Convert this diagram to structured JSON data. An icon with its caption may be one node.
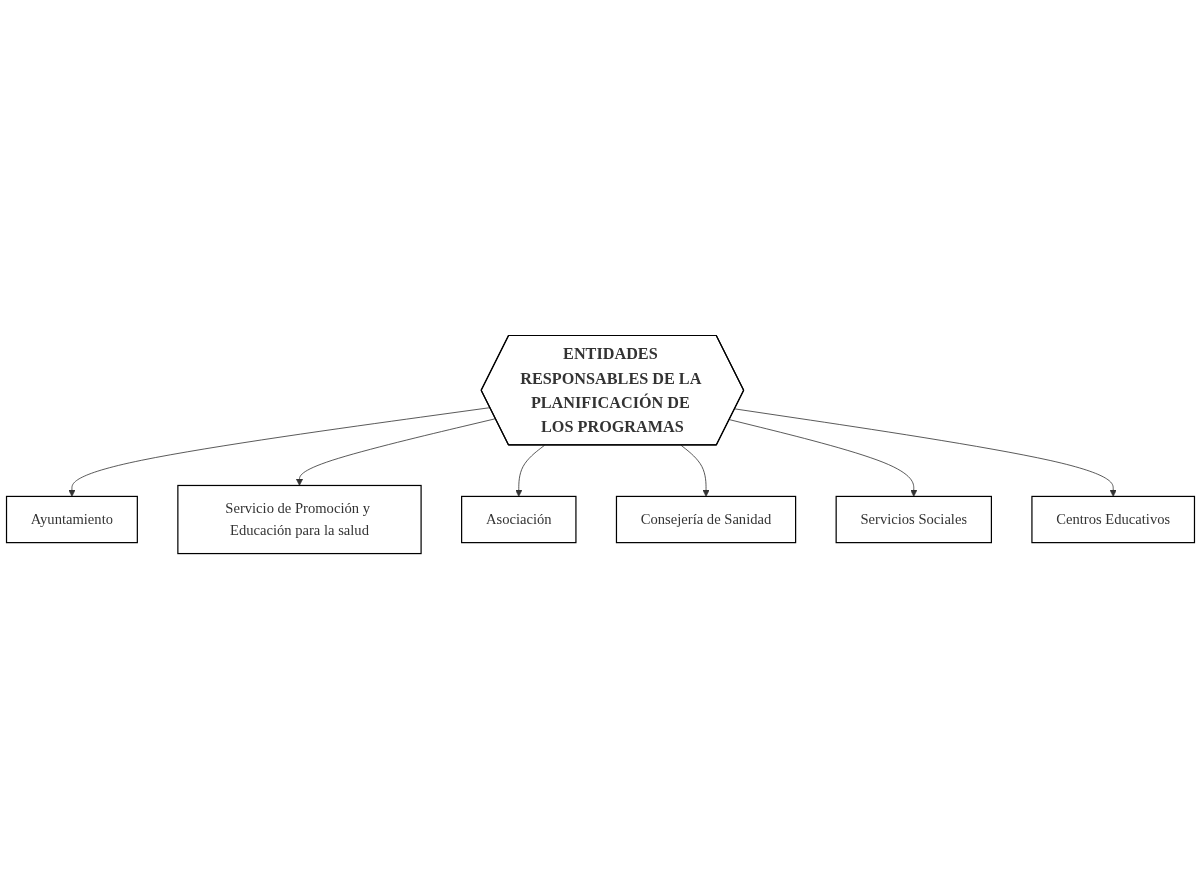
{
  "diagram": {
    "nodes": [
      {
        "text": [
          "ENTIDADES RESPONSABLES DE LA PLANIFICACIÓN DE LOS PROGRAMAS"
        ]
      },
      {
        "text": [
          "Ayuntamiento"
        ]
      },
      {
        "text": [
          "Servicio de Promoción y Educación para la salud"
        ]
      },
      {
        "text": [
          "Asociación"
        ]
      },
      {
        "text": [
          "Consejería de Sanidad"
        ]
      },
      {
        "text": [
          "Servicios Sociales"
        ]
      },
      {
        "text": [
          "Centros Educativos"
        ]
      }
    ],
    "edges": [
      {
        "from": 0,
        "to": 1,
        "arrow": "to"
      },
      {
        "from": 0,
        "to": 2,
        "arrow": "to"
      },
      {
        "from": 0,
        "to": 3,
        "arrow": "to"
      },
      {
        "from": 0,
        "to": 4,
        "arrow": "to"
      },
      {
        "from": 0,
        "to": 5,
        "arrow": "to"
      },
      {
        "from": 0,
        "to": 6,
        "arrow": "to"
      }
    ]
  }
}
